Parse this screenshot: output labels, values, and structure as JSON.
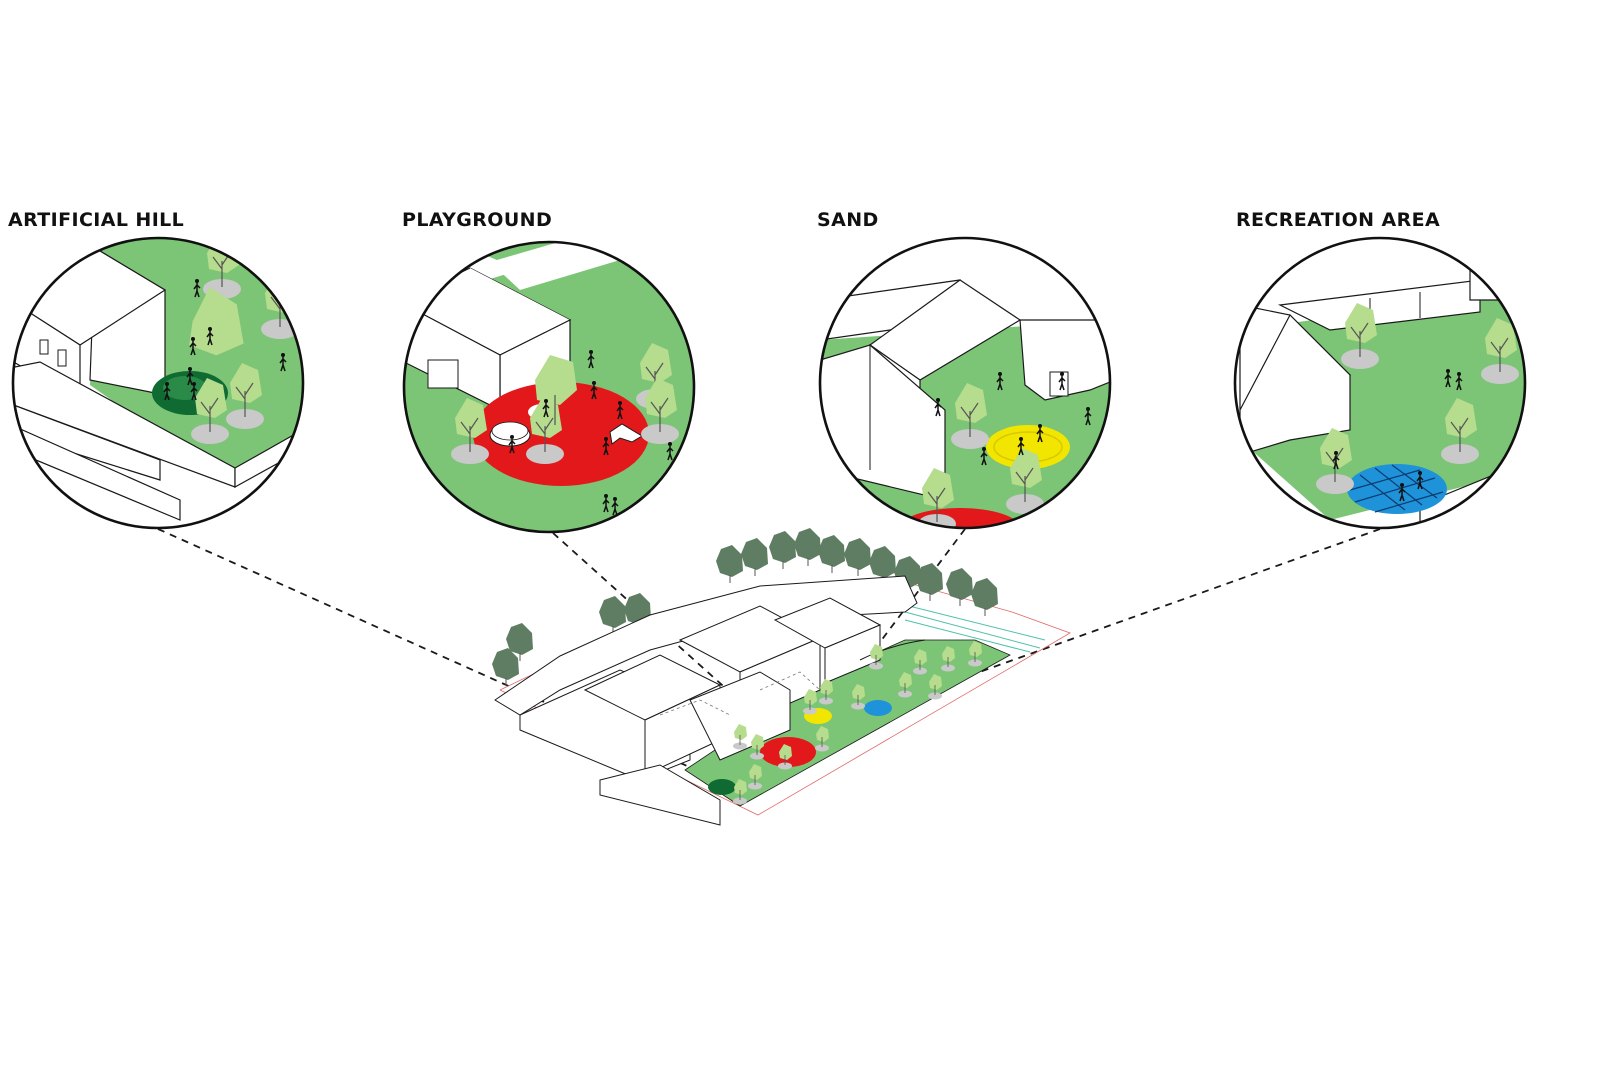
{
  "zones": [
    {
      "id": "artificial-hill",
      "label": "ARTIFICIAL HILL",
      "color": "#0f6b32"
    },
    {
      "id": "playground",
      "label": "PLAYGROUND",
      "color": "#e3181b"
    },
    {
      "id": "sand",
      "label": "SAND",
      "color": "#f2e600"
    },
    {
      "id": "recreation-area",
      "label": "RECREATION AREA",
      "color": "#1e93d9"
    }
  ],
  "colors": {
    "lawn": "#7cc576",
    "tree": "#b6dc8e",
    "tree_shadow": "#c9c9c9",
    "dark_tree": "#5f7d63",
    "line": "#1a1a1a"
  }
}
